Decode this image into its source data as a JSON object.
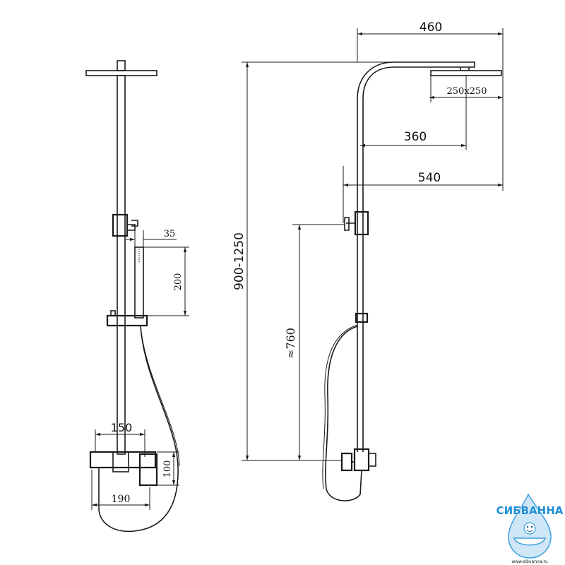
{
  "left_view": {
    "dim_head_to_bar_width": "150",
    "dim_body_width": "190",
    "dim_body_height": "100",
    "dim_hand_shower_width": "35",
    "dim_hand_shower_height": "200"
  },
  "right_view": {
    "dim_arm_reach": "460",
    "dim_head_size": "250x250",
    "dim_bar_to_head_center": "360",
    "dim_total_reach": "540",
    "dim_total_height": "900-1250",
    "dim_holder_height": "≈760"
  },
  "logo": {
    "brand": "СИБВАННА",
    "url": "www.sibvanna.ru",
    "colors": {
      "brand_blue": "#1f8fd6",
      "drop_light": "#cfe6f7",
      "drop_dark": "#3aa0e0"
    }
  },
  "colors": {
    "line": "#1a1a1a",
    "background": "#ffffff"
  }
}
